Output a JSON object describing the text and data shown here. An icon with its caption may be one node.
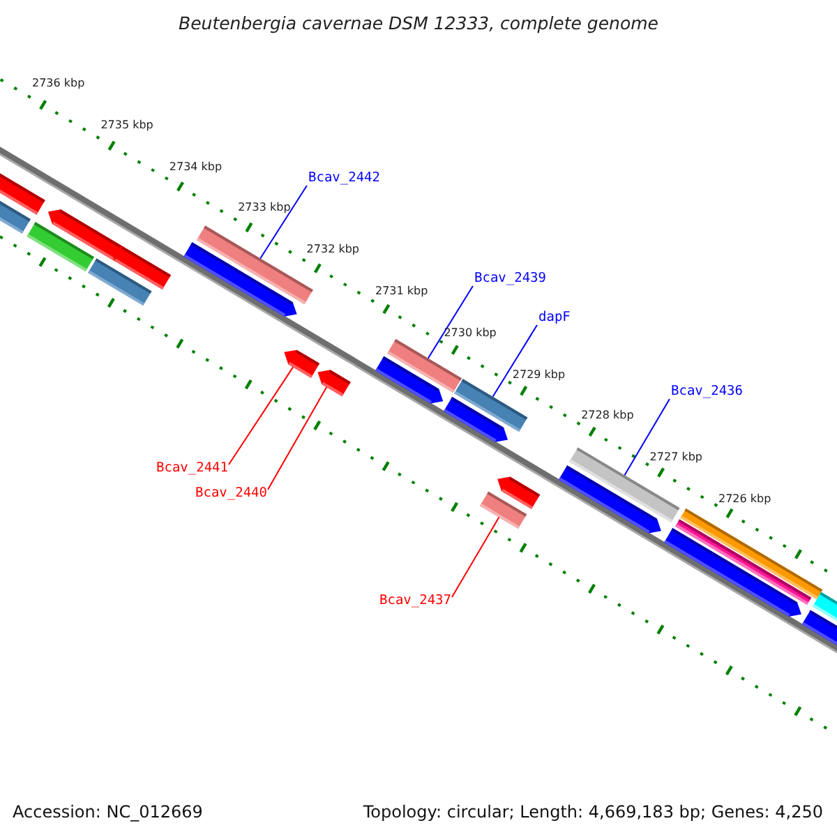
{
  "diagram": {
    "title": "Beutenbergia cavernae DSM 12333, complete genome",
    "nodes": [
      {
        "text": [
          "Bcav_2442"
        ]
      },
      {
        "text": [
          "Bcav_2439"
        ]
      },
      {
        "text": [
          "dapF"
        ]
      },
      {
        "text": [
          "Bcav_2436"
        ]
      },
      {
        "text": [
          "Bcav_2441"
        ]
      },
      {
        "text": [
          "Bcav_2440"
        ]
      },
      {
        "text": [
          "Bcav_2437"
        ]
      },
      {
        "text": [],
        "shape": "bar"
      },
      {
        "text": [],
        "shape": "bar"
      },
      {
        "text": [],
        "shape": "bar"
      },
      {
        "text": [],
        "shape": "bar"
      },
      {
        "text": [],
        "shape": "bar"
      },
      {
        "text": [],
        "shape": "bar"
      },
      {
        "text": [],
        "shape": "bar"
      }
    ],
    "edges": [
      {
        "from": 0,
        "to": 7,
        "arrow": "none"
      },
      {
        "from": 1,
        "to": 10,
        "arrow": "none"
      },
      {
        "from": 2,
        "to": 11,
        "arrow": "none"
      },
      {
        "from": 3,
        "to": 13,
        "arrow": "none"
      },
      {
        "from": 4,
        "to": 8,
        "arrow": "none",
        "color": "#ff0000"
      },
      {
        "from": 5,
        "to": 9,
        "arrow": "none",
        "color": "#ff0000"
      },
      {
        "from": 6,
        "to": 12,
        "arrow": "none",
        "color": "#ff0000"
      }
    ],
    "labels": [
      "2736 kbp",
      "2735 kbp",
      "2734 kbp",
      "2733 kbp",
      "2732 kbp",
      "2731 kbp",
      "2730 kbp",
      "2729 kbp",
      "2728 kbp",
      "2727 kbp",
      "2726 kbp",
      "Accession: NC_012669",
      "Topology: circular; Length: 4,669,183 bp; Genes: 4,250"
    ]
  }
}
